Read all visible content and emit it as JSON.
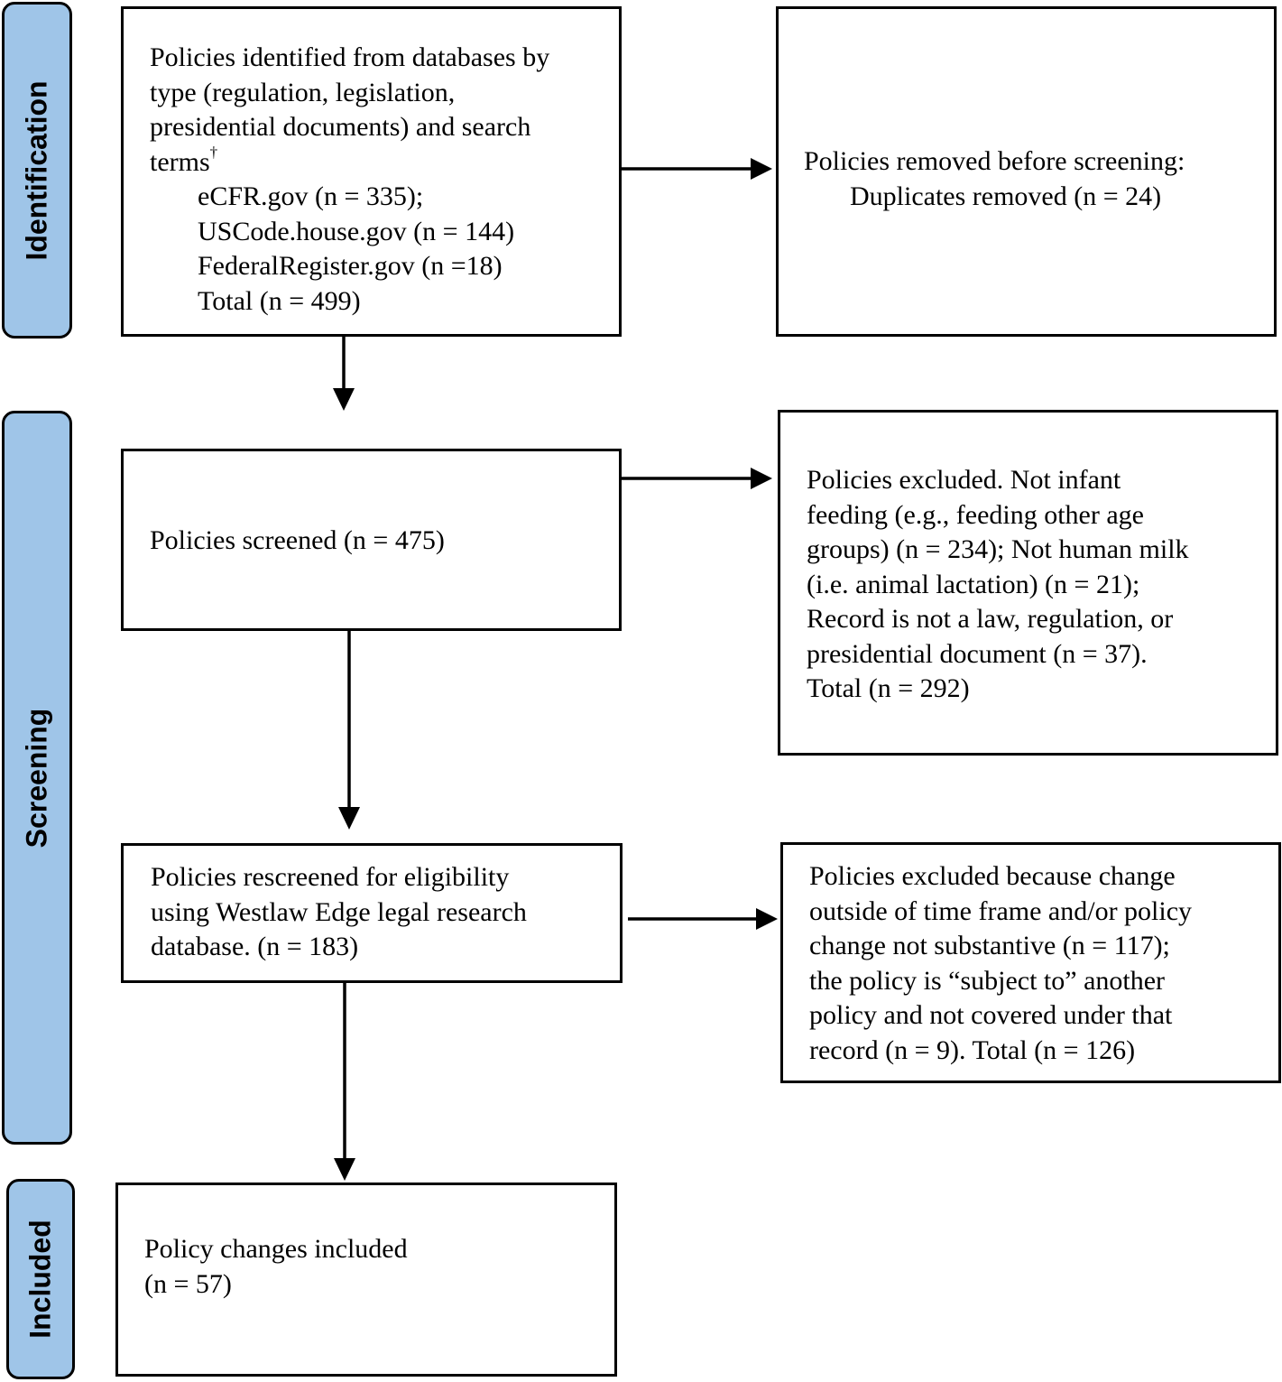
{
  "phases": {
    "identification": "Identification",
    "screening": "Screening",
    "included": "Included"
  },
  "boxes": {
    "identified": {
      "lines": [
        "Policies identified from databases by",
        "type (regulation, legislation,",
        "presidential documents) and search",
        "terms"
      ],
      "dagger": "†",
      "sources": [
        "eCFR.gov (n = 335);",
        "USCode.house.gov (n = 144)",
        "FederalRegister.gov (n =18)",
        "Total (n = 499)"
      ]
    },
    "removed": {
      "lines": [
        "Policies removed before screening:",
        "Duplicates removed (n = 24)"
      ]
    },
    "screened": {
      "lines": [
        "Policies screened (n = 475)"
      ]
    },
    "excluded_1": {
      "lines": [
        "Policies excluded. Not infant",
        "feeding (e.g., feeding other age",
        "groups) (n = 234); Not human milk",
        "(i.e. animal lactation) (n = 21);",
        "Record is not a law, regulation, or",
        "presidential document (n = 37).",
        "Total (n = 292)"
      ]
    },
    "rescreened": {
      "lines": [
        "Policies rescreened for eligibility",
        "using Westlaw Edge legal research",
        "database. (n = 183)"
      ]
    },
    "excluded_2": {
      "lines": [
        "Policies excluded because change",
        "outside of time frame and/or policy",
        "change not substantive (n = 117);",
        "the policy is “subject to” another",
        "policy and not covered under that",
        "record (n = 9). Total (n = 126)"
      ]
    },
    "included": {
      "lines": [
        "Policy changes included",
        "(n = 57)"
      ]
    }
  },
  "colors": {
    "phase_fill": "#9fc5e8",
    "stroke": "#000000"
  }
}
